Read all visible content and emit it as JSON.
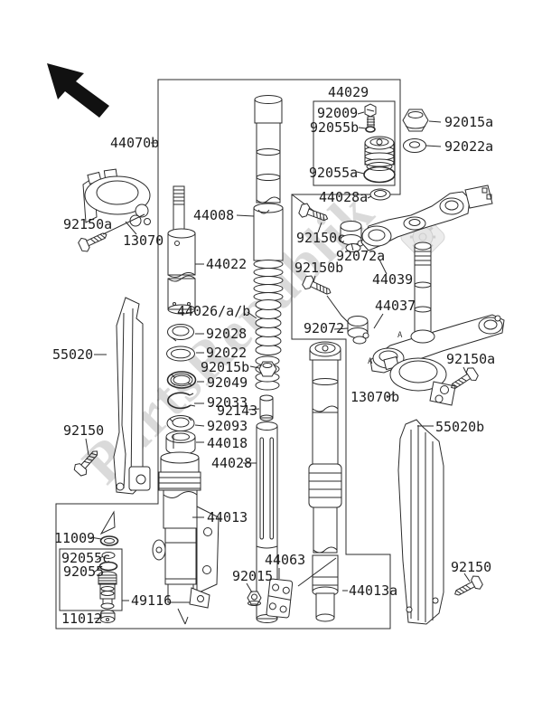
{
  "diagram": {
    "title_hint": "front-fork exploded parts diagram",
    "background": "#ffffff",
    "line_color": "#2b2b2b",
    "watermark": {
      "text": "PartsRepublik",
      "color": "#c4c4c4"
    },
    "clamp_marks": [
      {
        "text": "A"
      },
      {
        "text": "A"
      }
    ],
    "part_labels": [
      {
        "id": "44070b",
        "text": "44070b"
      },
      {
        "id": "92150a-left",
        "text": "92150a"
      },
      {
        "id": "13070",
        "text": "13070"
      },
      {
        "id": "55020",
        "text": "55020"
      },
      {
        "id": "92150-left",
        "text": "92150"
      },
      {
        "id": "11009",
        "text": "11009"
      },
      {
        "id": "92055c",
        "text": "92055c"
      },
      {
        "id": "92055",
        "text": "92055"
      },
      {
        "id": "49116",
        "text": "49116"
      },
      {
        "id": "11012",
        "text": "11012"
      },
      {
        "id": "44008",
        "text": "44008"
      },
      {
        "id": "44022",
        "text": "44022"
      },
      {
        "id": "44026ab",
        "text": "44026/a/b"
      },
      {
        "id": "92028",
        "text": "92028"
      },
      {
        "id": "92022",
        "text": "92022"
      },
      {
        "id": "92015b",
        "text": "92015b"
      },
      {
        "id": "92049",
        "text": "92049"
      },
      {
        "id": "92033",
        "text": "92033"
      },
      {
        "id": "92143",
        "text": "92143"
      },
      {
        "id": "92093",
        "text": "92093"
      },
      {
        "id": "44018",
        "text": "44018"
      },
      {
        "id": "44028",
        "text": "44028"
      },
      {
        "id": "44013",
        "text": "44013"
      },
      {
        "id": "92015",
        "text": "92015"
      },
      {
        "id": "44063",
        "text": "44063"
      },
      {
        "id": "44013a",
        "text": "44013a"
      },
      {
        "id": "44029",
        "text": "44029"
      },
      {
        "id": "92009",
        "text": "92009"
      },
      {
        "id": "92055b",
        "text": "92055b"
      },
      {
        "id": "92055a",
        "text": "92055a"
      },
      {
        "id": "44028a",
        "text": "44028a"
      },
      {
        "id": "92015a",
        "text": "92015a"
      },
      {
        "id": "92022a",
        "text": "92022a"
      },
      {
        "id": "92150c",
        "text": "92150c"
      },
      {
        "id": "92072a",
        "text": "92072a"
      },
      {
        "id": "92150b",
        "text": "92150b"
      },
      {
        "id": "44039",
        "text": "44039"
      },
      {
        "id": "44037",
        "text": "44037"
      },
      {
        "id": "92072",
        "text": "92072"
      },
      {
        "id": "13070b",
        "text": "13070b"
      },
      {
        "id": "92150a-right",
        "text": "92150a"
      },
      {
        "id": "55020b",
        "text": "55020b"
      },
      {
        "id": "92150-right",
        "text": "92150"
      }
    ]
  }
}
